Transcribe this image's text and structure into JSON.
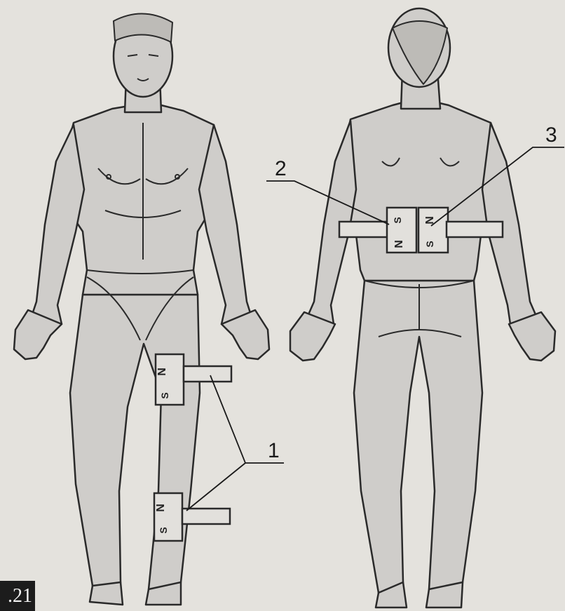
{
  "figure": {
    "number_fragment": ".21"
  },
  "callouts": {
    "one": "1",
    "two": "2",
    "three": "3"
  },
  "poles": {
    "north": "N",
    "south": "S"
  },
  "colors": {
    "background": "#e4e2dd",
    "skin": "#cfcdca",
    "outline": "#2a2a2a",
    "magnet": "#e2e0dc"
  }
}
